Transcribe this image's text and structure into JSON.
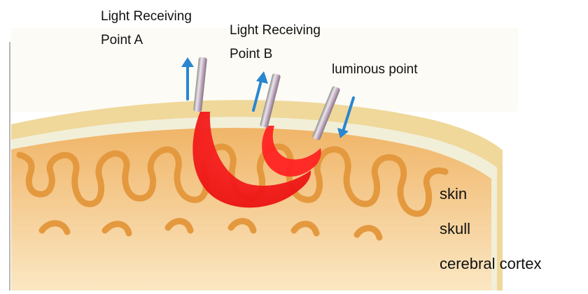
{
  "labels": {
    "receiver_a_line1": "Light Receiving",
    "receiver_a_line2": "Point   A",
    "receiver_b_line1": "Light Receiving",
    "receiver_b_line2": "Point   B",
    "emitter": "luminous point"
  },
  "legend": [
    "skin",
    "skull",
    "cerebral cortex"
  ],
  "colors": {
    "skin": "#efd89a",
    "skull": "#f2efd9",
    "cortex": "#f3c27e",
    "sulcus": "#e4993f",
    "light_path": "#ee1c1c",
    "arrow": "#2a86cf"
  }
}
